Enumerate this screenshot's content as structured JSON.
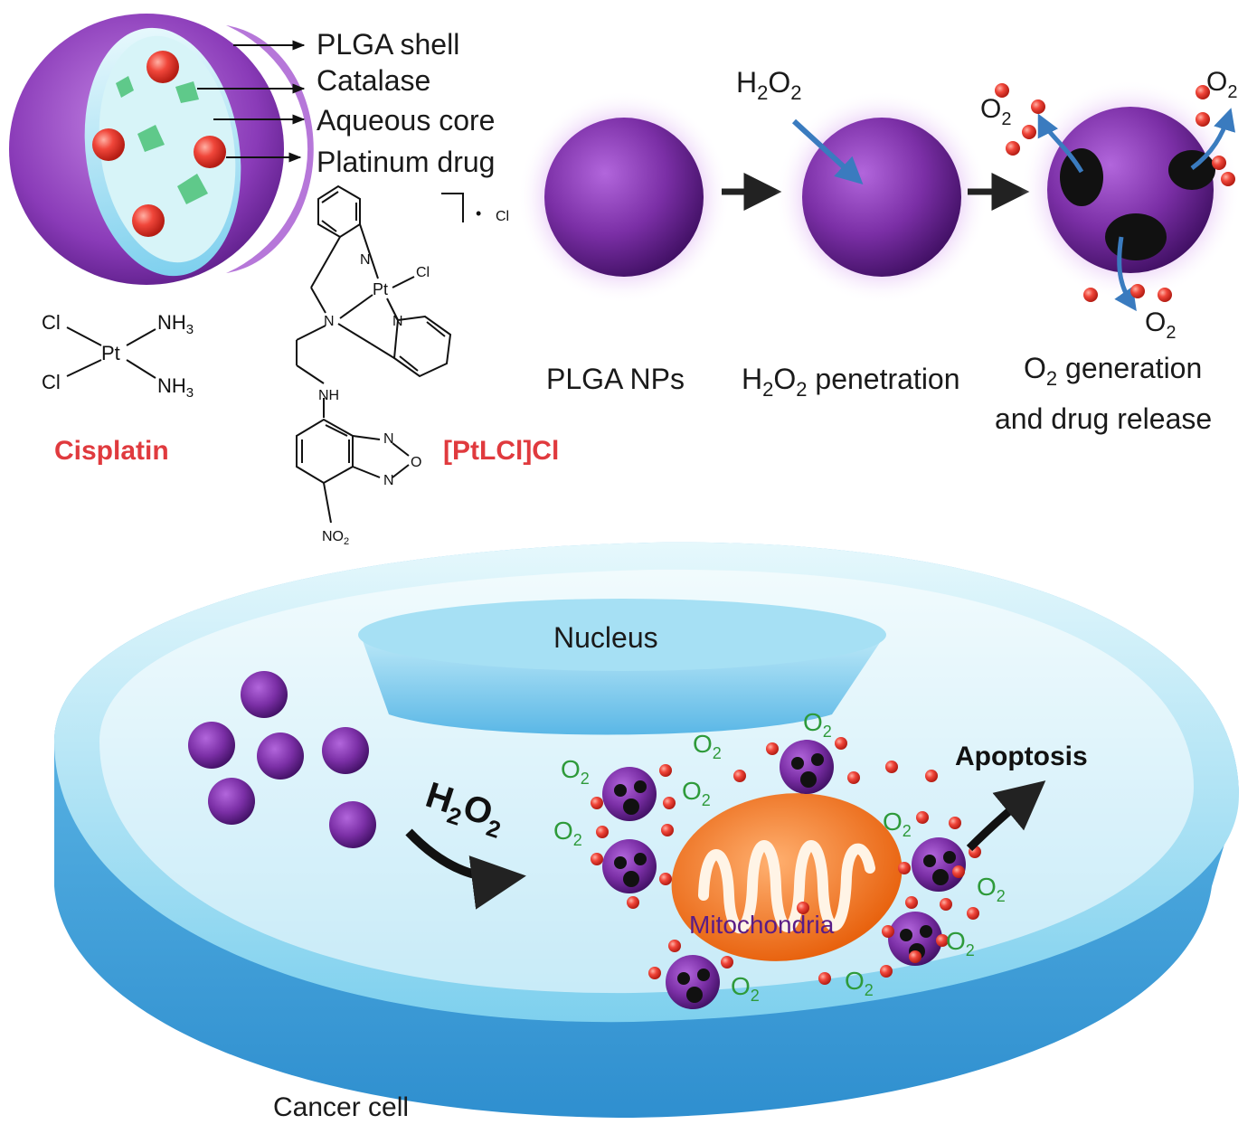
{
  "legend": {
    "shell": "PLGA shell",
    "catalase": "Catalase",
    "core": "Aqueous core",
    "drug": "Platinum drug"
  },
  "cisplatin": {
    "name": "Cisplatin",
    "cl": "Cl",
    "pt": "Pt",
    "nh3": "NH",
    "nh3_sub": "3"
  },
  "ptlcl": {
    "name": "[PtLCl]Cl",
    "counter_cl": "Cl",
    "bullet": "•",
    "pt": "Pt",
    "pt_cl": "Cl",
    "n": "N",
    "nh": "NH",
    "o": "O",
    "no2": "NO",
    "no2_sub": "2"
  },
  "process": {
    "h2o2_main": "H",
    "h2o2_sub1": "2",
    "h2o2_o": "O",
    "h2o2_sub2": "2",
    "o2_main": "O",
    "o2_sub": "2",
    "label_nps": "PLGA NPs",
    "label_pen_suffix": " penetration",
    "label_gen_suffix": " generation",
    "label_release": "and drug release"
  },
  "cell": {
    "nucleus": "Nucleus",
    "mitochondria": "Mitochondria",
    "apoptosis": "Apoptosis",
    "cancer_cell": "Cancer cell"
  },
  "colors": {
    "np_purple": "#7b2fa6",
    "np_purple_dark": "#4a1570",
    "glow": "#d9a8f0",
    "red_dot": "#e8362d",
    "catalase_green": "#5fc98a",
    "core_cyan": "#c9f1f5",
    "cell_blue": "#5ab7e6",
    "mito_orange": "#f07a24",
    "accent_red_text": "#e03a3e",
    "o2_green": "#2e9a3a",
    "arrow_blue": "#3a7bbf"
  },
  "icons": {
    "arrow": "right-arrow-icon",
    "curved_arrow": "curved-arrow-icon"
  }
}
